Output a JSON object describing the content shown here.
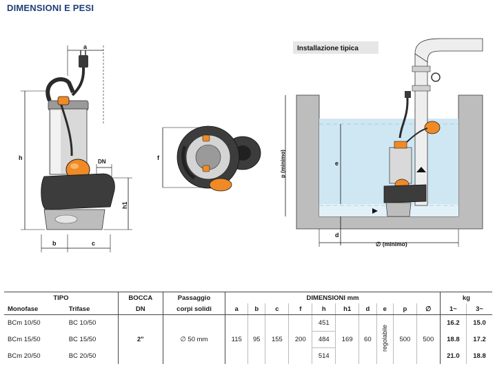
{
  "page": {
    "title": "DIMENSIONI E PESI",
    "installation_title": "Installazione tipica"
  },
  "drawing_labels": {
    "a": "a",
    "b": "b",
    "c": "c",
    "h": "h",
    "h1": "h1",
    "DN": "DN",
    "f": "f",
    "p": "p (minimo)",
    "e": "e",
    "d": "d",
    "diameter": "∅ (minimo)"
  },
  "table": {
    "tipo": "TIPO",
    "monofase": "Monofase",
    "trifase": "Trifase",
    "bocca": "BOCCA",
    "dn": "DN",
    "passaggio": "Passaggio",
    "corpi_solidi": "corpi solidi",
    "dimensioni": "DIMENSIONI mm",
    "kg": "kg",
    "cols": [
      "a",
      "b",
      "c",
      "f",
      "h",
      "h1",
      "d",
      "e",
      "p",
      "∅"
    ],
    "kg_cols": [
      "1~",
      "3~"
    ],
    "rows": [
      {
        "mono": "BCm 10/50",
        "tri": "BC 10/50",
        "h": "451",
        "kg1": "16.2",
        "kg3": "15.0"
      },
      {
        "mono": "BCm 15/50",
        "tri": "BC 15/50",
        "h": "484",
        "kg1": "18.8",
        "kg3": "17.2"
      },
      {
        "mono": "BCm 20/50",
        "tri": "BC 20/50",
        "h": "514",
        "kg1": "21.0",
        "kg3": "18.8"
      }
    ],
    "shared": {
      "bocca": "2\"",
      "passaggio": "∅ 50 mm",
      "a": "115",
      "b": "95",
      "c": "155",
      "f": "200",
      "h1": "169",
      "d": "60",
      "e": "regolabile",
      "p": "500",
      "diam": "500"
    }
  }
}
